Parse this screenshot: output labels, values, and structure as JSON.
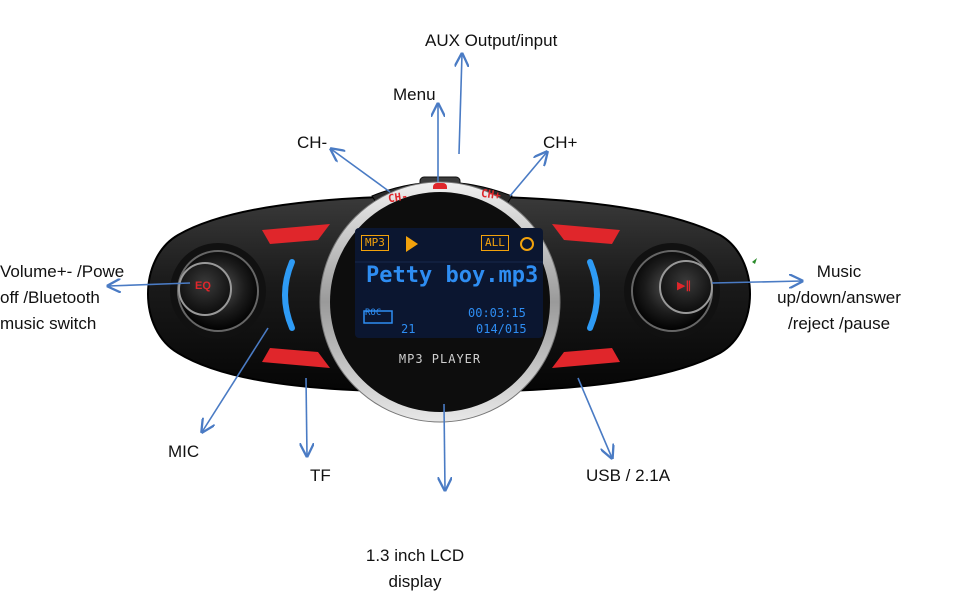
{
  "labels": {
    "aux": "AUX Output/input",
    "menu": "Menu",
    "ch_minus": "CH-",
    "ch_plus": "CH+",
    "volume": "Volume+- /Powe\noff /Bluetooth\nmusic switch",
    "music": "Music\nup/down/answer\n/reject /pause",
    "mic": "MIC",
    "tf": "TF",
    "usb": "USB / 2.1A",
    "lcd": "1.3 inch LCD\ndisplay"
  },
  "device": {
    "ch_minus_btn": "CH-",
    "ch_plus_btn": "CH+",
    "eq_btn": "EQ",
    "play_btn": "▶∥",
    "footer": "MP3 PLAYER"
  },
  "screen": {
    "format": "MP3",
    "mode": "ALL",
    "track": "Petty boy.mp3",
    "codec": "ROC",
    "time": "00:03:15",
    "number": "21",
    "count": "014/015"
  },
  "colors": {
    "body": "#1a1a1a",
    "accent_red": "#e0262b",
    "screen_bg": "#0b1630",
    "screen_yellow": "#f2a20c",
    "screen_blue": "#2e8df2",
    "arrow": "#4a7bc4"
  }
}
